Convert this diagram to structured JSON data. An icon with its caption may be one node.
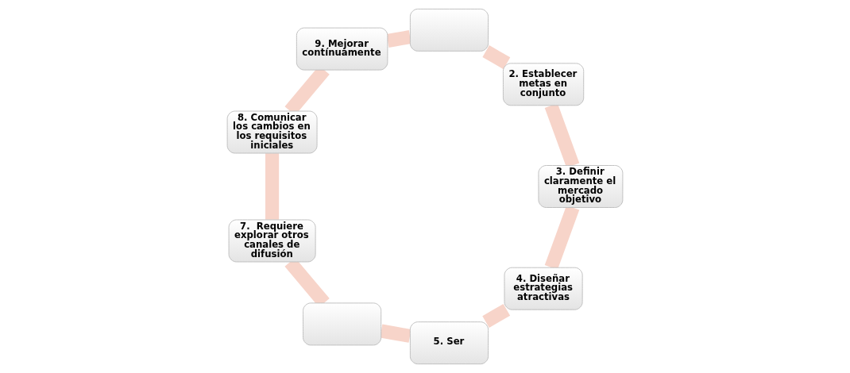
{
  "diagram": {
    "nodes": [
      {
        "text": [],
        "shape": "box"
      },
      {
        "text": [
          "2. Establecer metas en conjunto"
        ]
      },
      {
        "text": [
          "3. Definir claramente el mercado objetivo"
        ]
      },
      {
        "text": [
          "4. Diseñar estrategias atractivas"
        ]
      },
      {
        "text": [
          "5. Ser"
        ]
      },
      {
        "text": [],
        "shape": "box"
      },
      {
        "text": [
          "7.  Requiere explorar otros canales de difusión"
        ]
      },
      {
        "text": [
          "8. Comunicar los cambios en los requisitos iniciales"
        ]
      },
      {
        "text": [
          "9. Mejorar contínuamente"
        ]
      }
    ],
    "edges": [
      {
        "from": 0,
        "to": 1,
        "arrow": "none"
      },
      {
        "from": 1,
        "to": 2,
        "arrow": "none"
      },
      {
        "from": 2,
        "to": 3,
        "arrow": "none"
      },
      {
        "from": 3,
        "to": 4,
        "arrow": "none"
      },
      {
        "from": 4,
        "to": 5,
        "arrow": "none"
      },
      {
        "from": 5,
        "to": 6,
        "arrow": "none"
      },
      {
        "from": 6,
        "to": 7,
        "arrow": "none"
      },
      {
        "from": 7,
        "to": 8,
        "arrow": "none"
      },
      {
        "from": 8,
        "to": 0,
        "arrow": "none"
      }
    ]
  }
}
